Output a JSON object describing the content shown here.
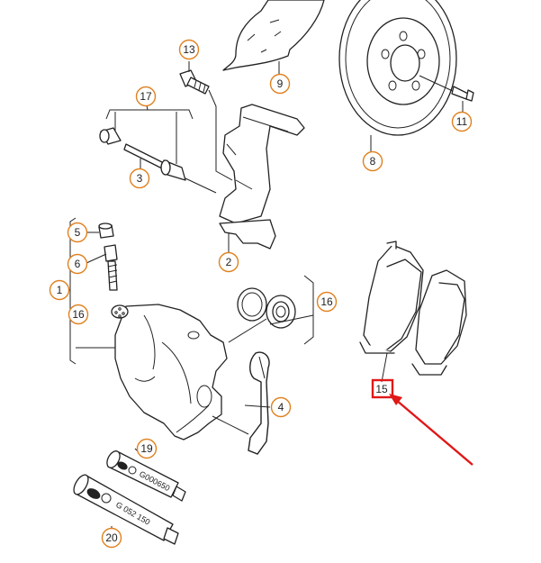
{
  "diagram": {
    "callouts": [
      {
        "id": "13",
        "label": "13"
      },
      {
        "id": "9",
        "label": "9"
      },
      {
        "id": "17",
        "label": "17"
      },
      {
        "id": "3",
        "label": "3"
      },
      {
        "id": "8",
        "label": "8"
      },
      {
        "id": "11",
        "label": "11"
      },
      {
        "id": "5",
        "label": "5"
      },
      {
        "id": "2",
        "label": "2"
      },
      {
        "id": "6",
        "label": "6"
      },
      {
        "id": "1",
        "label": "1"
      },
      {
        "id": "16a",
        "label": "16"
      },
      {
        "id": "16b",
        "label": "16"
      },
      {
        "id": "15",
        "label": "15"
      },
      {
        "id": "4",
        "label": "4"
      },
      {
        "id": "19",
        "label": "19"
      },
      {
        "id": "20",
        "label": "20"
      }
    ],
    "tube_labels": {
      "tube_19": "G000650",
      "tube_20": "G 052 150"
    },
    "highlight": {
      "target_label": "15",
      "box_color": "#e01818",
      "arrow_color": "#e01818"
    }
  }
}
